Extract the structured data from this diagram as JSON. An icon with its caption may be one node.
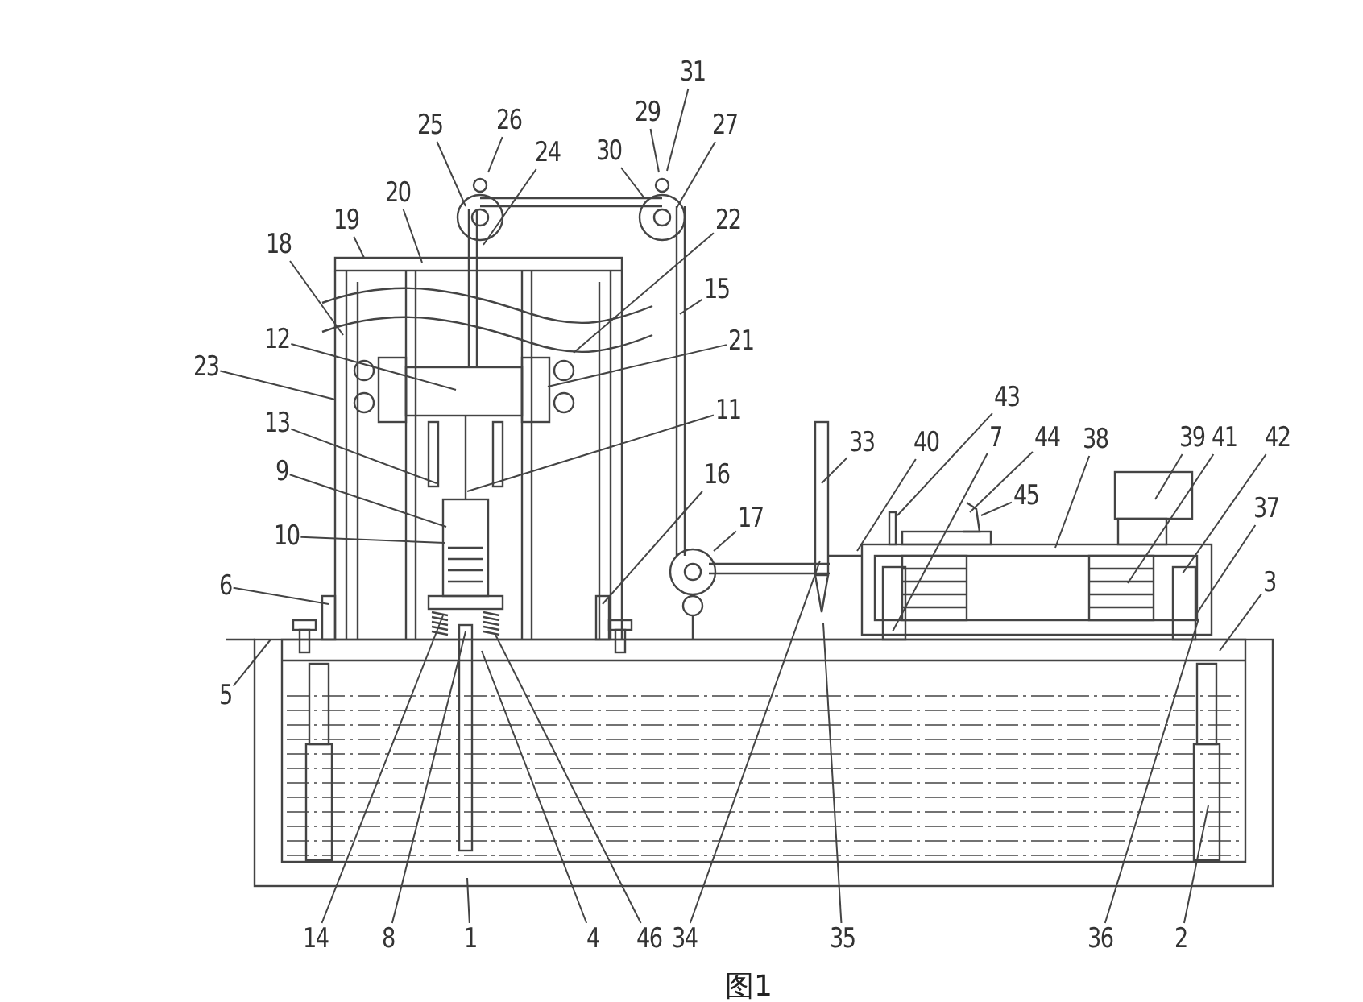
{
  "diagram": {
    "caption": "图1",
    "nodes": [
      {
        "text": [
          "25"
        ]
      },
      {
        "text": [
          "26"
        ]
      },
      {
        "text": [
          "24"
        ]
      },
      {
        "text": [
          "31"
        ]
      },
      {
        "text": [
          "29"
        ]
      },
      {
        "text": [
          "30"
        ]
      },
      {
        "text": [
          "27"
        ]
      },
      {
        "text": [
          "22"
        ]
      },
      {
        "text": [
          "15"
        ]
      },
      {
        "text": [
          "21"
        ]
      },
      {
        "text": [
          "11"
        ]
      },
      {
        "text": [
          "20"
        ]
      },
      {
        "text": [
          "19"
        ]
      },
      {
        "text": [
          "18"
        ]
      },
      {
        "text": [
          "12"
        ]
      },
      {
        "text": [
          "23"
        ]
      },
      {
        "text": [
          "13"
        ]
      },
      {
        "text": [
          "9"
        ]
      },
      {
        "text": [
          "10"
        ]
      },
      {
        "text": [
          "6"
        ]
      },
      {
        "text": [
          "5"
        ]
      },
      {
        "text": [
          "16"
        ]
      },
      {
        "text": [
          "17"
        ]
      },
      {
        "text": [
          "43"
        ]
      },
      {
        "text": [
          "33"
        ]
      },
      {
        "text": [
          "40"
        ]
      },
      {
        "text": [
          "7"
        ]
      },
      {
        "text": [
          "44"
        ]
      },
      {
        "text": [
          "38"
        ]
      },
      {
        "text": [
          "39"
        ]
      },
      {
        "text": [
          "41"
        ]
      },
      {
        "text": [
          "42"
        ]
      },
      {
        "text": [
          "45"
        ]
      },
      {
        "text": [
          "37"
        ]
      },
      {
        "text": [
          "3"
        ]
      },
      {
        "text": [
          "14"
        ]
      },
      {
        "text": [
          "8"
        ]
      },
      {
        "text": [
          "1"
        ]
      },
      {
        "text": [
          "4"
        ]
      },
      {
        "text": [
          "46"
        ]
      },
      {
        "text": [
          "34"
        ]
      },
      {
        "text": [
          "35"
        ]
      },
      {
        "text": [
          "36"
        ]
      },
      {
        "text": [
          "2"
        ]
      }
    ],
    "edges": [
      {
        "from": 0,
        "to": null,
        "arrow": "none"
      },
      {
        "from": 1,
        "to": null,
        "arrow": "none"
      },
      {
        "from": 2,
        "to": null,
        "arrow": "none"
      },
      {
        "from": 3,
        "to": null,
        "arrow": "none"
      },
      {
        "from": 4,
        "to": null,
        "arrow": "none"
      },
      {
        "from": 5,
        "to": null,
        "arrow": "none"
      },
      {
        "from": 6,
        "to": null,
        "arrow": "none"
      },
      {
        "from": 7,
        "to": null,
        "arrow": "none"
      },
      {
        "from": 8,
        "to": null,
        "arrow": "none"
      },
      {
        "from": 9,
        "to": null,
        "arrow": "none"
      },
      {
        "from": 10,
        "to": null,
        "arrow": "none"
      },
      {
        "from": 11,
        "to": null,
        "arrow": "none"
      },
      {
        "from": 12,
        "to": null,
        "arrow": "none"
      },
      {
        "from": 13,
        "to": null,
        "arrow": "none"
      },
      {
        "from": 14,
        "to": null,
        "arrow": "none"
      },
      {
        "from": 15,
        "to": null,
        "arrow": "none"
      },
      {
        "from": 16,
        "to": null,
        "arrow": "none"
      },
      {
        "from": 17,
        "to": null,
        "arrow": "none"
      },
      {
        "from": 18,
        "to": null,
        "arrow": "none"
      },
      {
        "from": 19,
        "to": null,
        "arrow": "none"
      },
      {
        "from": 20,
        "to": null,
        "arrow": "none"
      },
      {
        "from": 21,
        "to": null,
        "arrow": "none"
      },
      {
        "from": 22,
        "to": null,
        "arrow": "none"
      },
      {
        "from": 23,
        "to": null,
        "arrow": "none"
      },
      {
        "from": 24,
        "to": null,
        "arrow": "none"
      },
      {
        "from": 25,
        "to": null,
        "arrow": "none"
      },
      {
        "from": 26,
        "to": null,
        "arrow": "none"
      },
      {
        "from": 27,
        "to": null,
        "arrow": "none"
      },
      {
        "from": 28,
        "to": null,
        "arrow": "none"
      },
      {
        "from": 29,
        "to": null,
        "arrow": "none"
      },
      {
        "from": 30,
        "to": null,
        "arrow": "none"
      },
      {
        "from": 31,
        "to": null,
        "arrow": "none"
      },
      {
        "from": 32,
        "to": null,
        "arrow": "none"
      },
      {
        "from": 33,
        "to": null,
        "arrow": "none"
      },
      {
        "from": 34,
        "to": null,
        "arrow": "none"
      },
      {
        "from": 35,
        "to": null,
        "arrow": "none"
      },
      {
        "from": 36,
        "to": null,
        "arrow": "none"
      },
      {
        "from": 37,
        "to": null,
        "arrow": "none"
      },
      {
        "from": 38,
        "to": null,
        "arrow": "none"
      },
      {
        "from": 39,
        "to": null,
        "arrow": "none"
      },
      {
        "from": 40,
        "to": null,
        "arrow": "none"
      },
      {
        "from": 41,
        "to": null,
        "arrow": "none"
      },
      {
        "from": 42,
        "to": null,
        "arrow": "none"
      },
      {
        "from": 43,
        "to": null,
        "arrow": "none"
      }
    ]
  }
}
